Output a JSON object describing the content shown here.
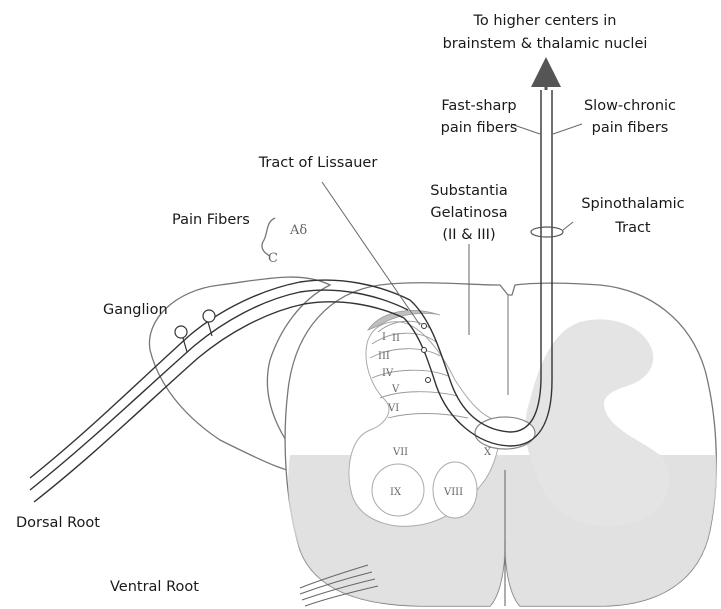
{
  "labels": {
    "higher_centers_1": "To higher centers in",
    "higher_centers_2": "brainstem & thalamic nuclei",
    "fast_sharp_1": "Fast-sharp",
    "fast_sharp_2": "pain fibers",
    "slow_chronic_1": "Slow-chronic",
    "slow_chronic_2": "pain fibers",
    "tract_lissauer": "Tract of Lissauer",
    "substantia_1": "Substantia",
    "substantia_2": "Gelatinosa",
    "substantia_3": "(II & III)",
    "spinothalamic_1": "Spinothalamic",
    "spinothalamic_2": "Tract",
    "pain_fibers": "Pain Fibers",
    "a_delta": "Aδ",
    "c_fiber": "C",
    "ganglion": "Ganglion",
    "dorsal_root": "Dorsal Root",
    "ventral_root": "Ventral Root"
  },
  "laminae": [
    "I",
    "II",
    "III",
    "IV",
    "V",
    "VI",
    "VII",
    "VIII",
    "IX",
    "X"
  ],
  "colors": {
    "outline": "#555555",
    "white_matter_shade": "#dcdcdc",
    "gray_matter": "#ffffff",
    "fiber": "#333333",
    "text": "#1a1a1a"
  }
}
